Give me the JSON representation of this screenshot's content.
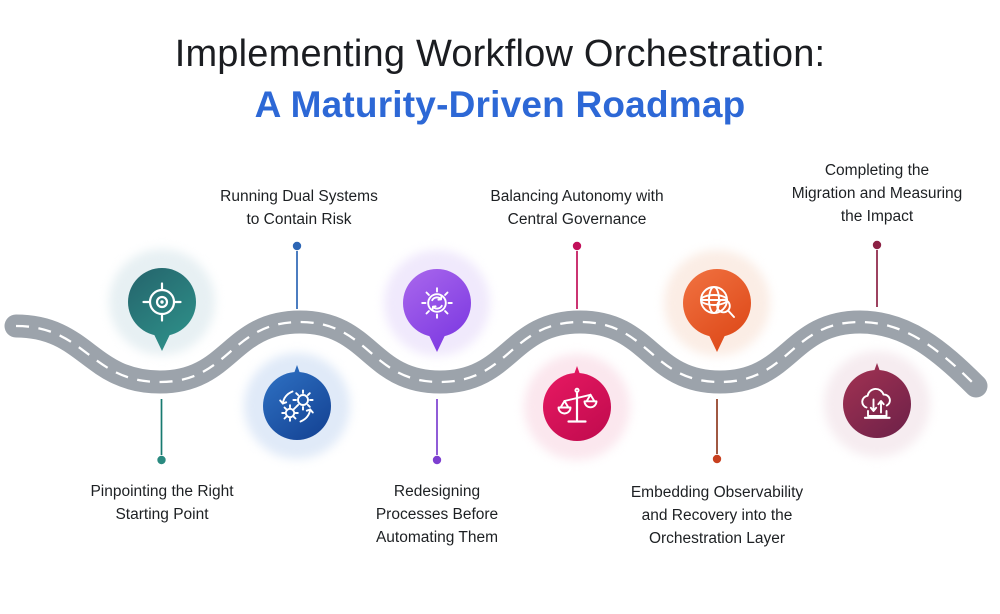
{
  "header": {
    "title": "Implementing Workflow Orchestration:",
    "subtitle": "A Maturity-Driven Roadmap",
    "title_color": "#1b1d21",
    "subtitle_color": "#2d68d6"
  },
  "road": {
    "shape": "winding-road",
    "color": "#9ca3ab",
    "centerline_color": "#ffffff",
    "centerline_style": "dashed"
  },
  "milestones": [
    {
      "name": "starting-point",
      "icon": "target-icon",
      "pin_position": "above-road",
      "label_position": "below-road",
      "lines": [
        "Pinpointing the Right",
        "Starting Point"
      ],
      "colors": {
        "gradient_start": "#25666d",
        "gradient_end": "#2f948c",
        "halo": "#e7f0f3",
        "connector": "#177a70",
        "dot": "#2a8a80"
      }
    },
    {
      "name": "dual-systems",
      "icon": "gears-sync-icon",
      "pin_position": "below-road",
      "label_position": "above-road",
      "lines": [
        "Running Dual Systems",
        "to Contain Risk"
      ],
      "colors": {
        "gradient_start": "#2f72c4",
        "gradient_end": "#123f90",
        "halo": "#e0eaf8",
        "connector": "#2d66b5",
        "dot": "#2d66b5"
      }
    },
    {
      "name": "redesign-processes",
      "icon": "gear-refresh-icon",
      "pin_position": "above-road",
      "label_position": "below-road",
      "lines": [
        "Redesigning",
        "Processes Before",
        "Automating Them"
      ],
      "colors": {
        "gradient_start": "#a765ec",
        "gradient_end": "#7834e0",
        "halo": "#f0e9fc",
        "connector": "#7d3fd0",
        "dot": "#7d3fd0"
      }
    },
    {
      "name": "central-governance",
      "icon": "balance-scale-icon",
      "pin_position": "below-road",
      "label_position": "above-road",
      "lines": [
        "Balancing Autonomy with",
        "Central Governance"
      ],
      "colors": {
        "gradient_start": "#e81962",
        "gradient_end": "#be0a4d",
        "halo": "#fbe7ee",
        "connector": "#c2105a",
        "dot": "#c2105a"
      }
    },
    {
      "name": "observability-recovery",
      "icon": "globe-search-icon",
      "pin_position": "above-road",
      "label_position": "below-road",
      "lines": [
        "Embedding Observability",
        "and Recovery into the",
        "Orchestration Layer"
      ],
      "colors": {
        "gradient_start": "#f0703f",
        "gradient_end": "#db4414",
        "halo": "#fbede5",
        "connector": "#8f3a20",
        "dot": "#c8401f"
      }
    },
    {
      "name": "migration-impact",
      "icon": "cloud-transfer-icon",
      "pin_position": "below-road",
      "label_position": "above-road",
      "lines": [
        "Completing the",
        "Migration and Measuring",
        "the Impact"
      ],
      "colors": {
        "gradient_start": "#a23252",
        "gradient_end": "#6b2048",
        "halo": "#f6ecf0",
        "connector": "#8c2144",
        "dot": "#8c2144"
      }
    }
  ]
}
